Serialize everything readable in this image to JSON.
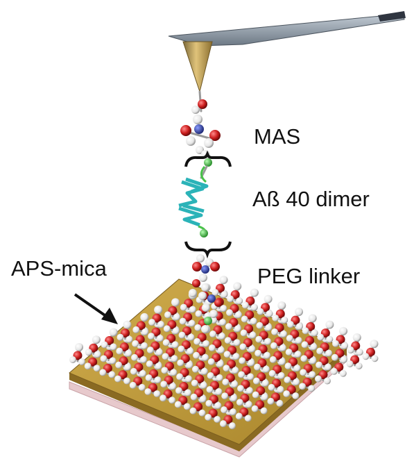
{
  "labels": {
    "mas": "MAS",
    "dimer": "Aß 40 dimer",
    "linker": "PEG linker",
    "surface": "APS-mica"
  },
  "colors": {
    "cantilever_top": "#9aa7b4",
    "cantilever_shade": "#2f3540",
    "tip": "#c9a85a",
    "substrate_top": "#b8953a",
    "substrate_side": "#8a6a22",
    "mica_base": "#e7c9cc",
    "oxygen": "#cc1e1e",
    "hydrogen": "#f2f2f2",
    "nitrogen": "#2d3e9e",
    "chlorine": "#49c24a",
    "strand": "#2bb3b8",
    "bracket": "#111111"
  },
  "icons": [
    "cantilever-icon",
    "afm-tip-icon",
    "molecule-icon",
    "arrow-icon",
    "substrate-icon"
  ]
}
